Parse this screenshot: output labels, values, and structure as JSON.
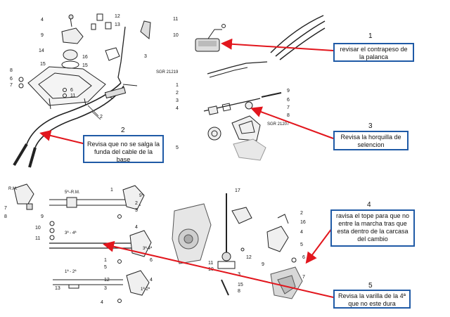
{
  "callouts": [
    {
      "num": "1",
      "text": "revisar el contrapeso de la palanca"
    },
    {
      "num": "2",
      "text": "Revisa que no se salga la funda del cable de la base"
    },
    {
      "num": "3",
      "text": "Revisa la horquilla de selencion"
    },
    {
      "num": "4",
      "text": "ravisa el tope para que no entre la marcha tras que esta dentro de la carcasa del cambio"
    },
    {
      "num": "5",
      "text": "Revisa la varilla de la 4ª que no este dura"
    }
  ],
  "codes": {
    "a": "SGR 21219",
    "b": "SGR 21207"
  },
  "gear_labels": {
    "rm_top": "5ª–R.M.",
    "fifth": "5ª",
    "third_fourth": "3ª - 4ª",
    "third_fourth_b": "3ª-4ª",
    "first_second": "1ª - 2ª",
    "first_second_b": "1ª-2ª",
    "rm_side": "R.M."
  },
  "part_labels": {
    "p1": [
      "4",
      "9",
      "14",
      "15",
      "8",
      "6",
      "7",
      "12",
      "13",
      "16",
      "15",
      "3",
      "6",
      "11",
      "2"
    ],
    "p2": [
      "11",
      "10",
      "1",
      "2",
      "3",
      "4",
      "5",
      "9",
      "6",
      "7",
      "8"
    ],
    "p3": [
      "7",
      "8",
      "9",
      "10",
      "11",
      "1",
      "2",
      "3",
      "4",
      "12",
      "13",
      "1",
      "5",
      "6",
      "4",
      "3",
      "4"
    ],
    "p4": [
      "17",
      "11",
      "10",
      "3",
      "15",
      "8",
      "2",
      "16",
      "4",
      "5",
      "6",
      "7",
      "12",
      "9"
    ]
  },
  "colors": {
    "arrow": "#e2161d",
    "box_border": "#1f5aa6"
  }
}
